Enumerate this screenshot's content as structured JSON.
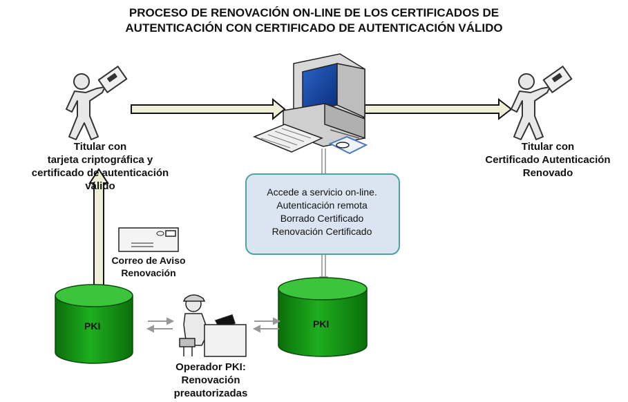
{
  "title_line1": "PROCESO DE RENOVACIÓN ON-LINE DE LOS CERTIFICADOS DE",
  "title_line2": "AUTENTICACIÓN CON CERTIFICADO DE AUTENTICACIÓN VÁLIDO",
  "left_user": {
    "line1": "Titular con",
    "line2": "tarjeta criptográfica y",
    "line3": "certificado de autenticación",
    "line4": "válido"
  },
  "right_user": {
    "line1": "Titular con",
    "line2": "Certificado Autenticación",
    "line3": "Renovado"
  },
  "service_box": {
    "line1": "Accede a servicio on-line.",
    "line2": "Autenticación remota",
    "line3": "Borrado Certificado",
    "line4": "Renovación Certificado"
  },
  "mail_label": {
    "line1": "Correo de Aviso",
    "line2": "Renovación"
  },
  "pki_left": "PKI",
  "pki_right": "PKI",
  "operator": {
    "line1": "Operador PKI:",
    "line2": "Renovación",
    "line3": "preautorizadas"
  },
  "colors": {
    "cylinder_green": "#0f8a0f",
    "cylinder_top": "#3cc43c",
    "box_fill": "#dbe5f1",
    "box_border": "#4aa3a3",
    "arrow_fill": "#efefd8"
  }
}
